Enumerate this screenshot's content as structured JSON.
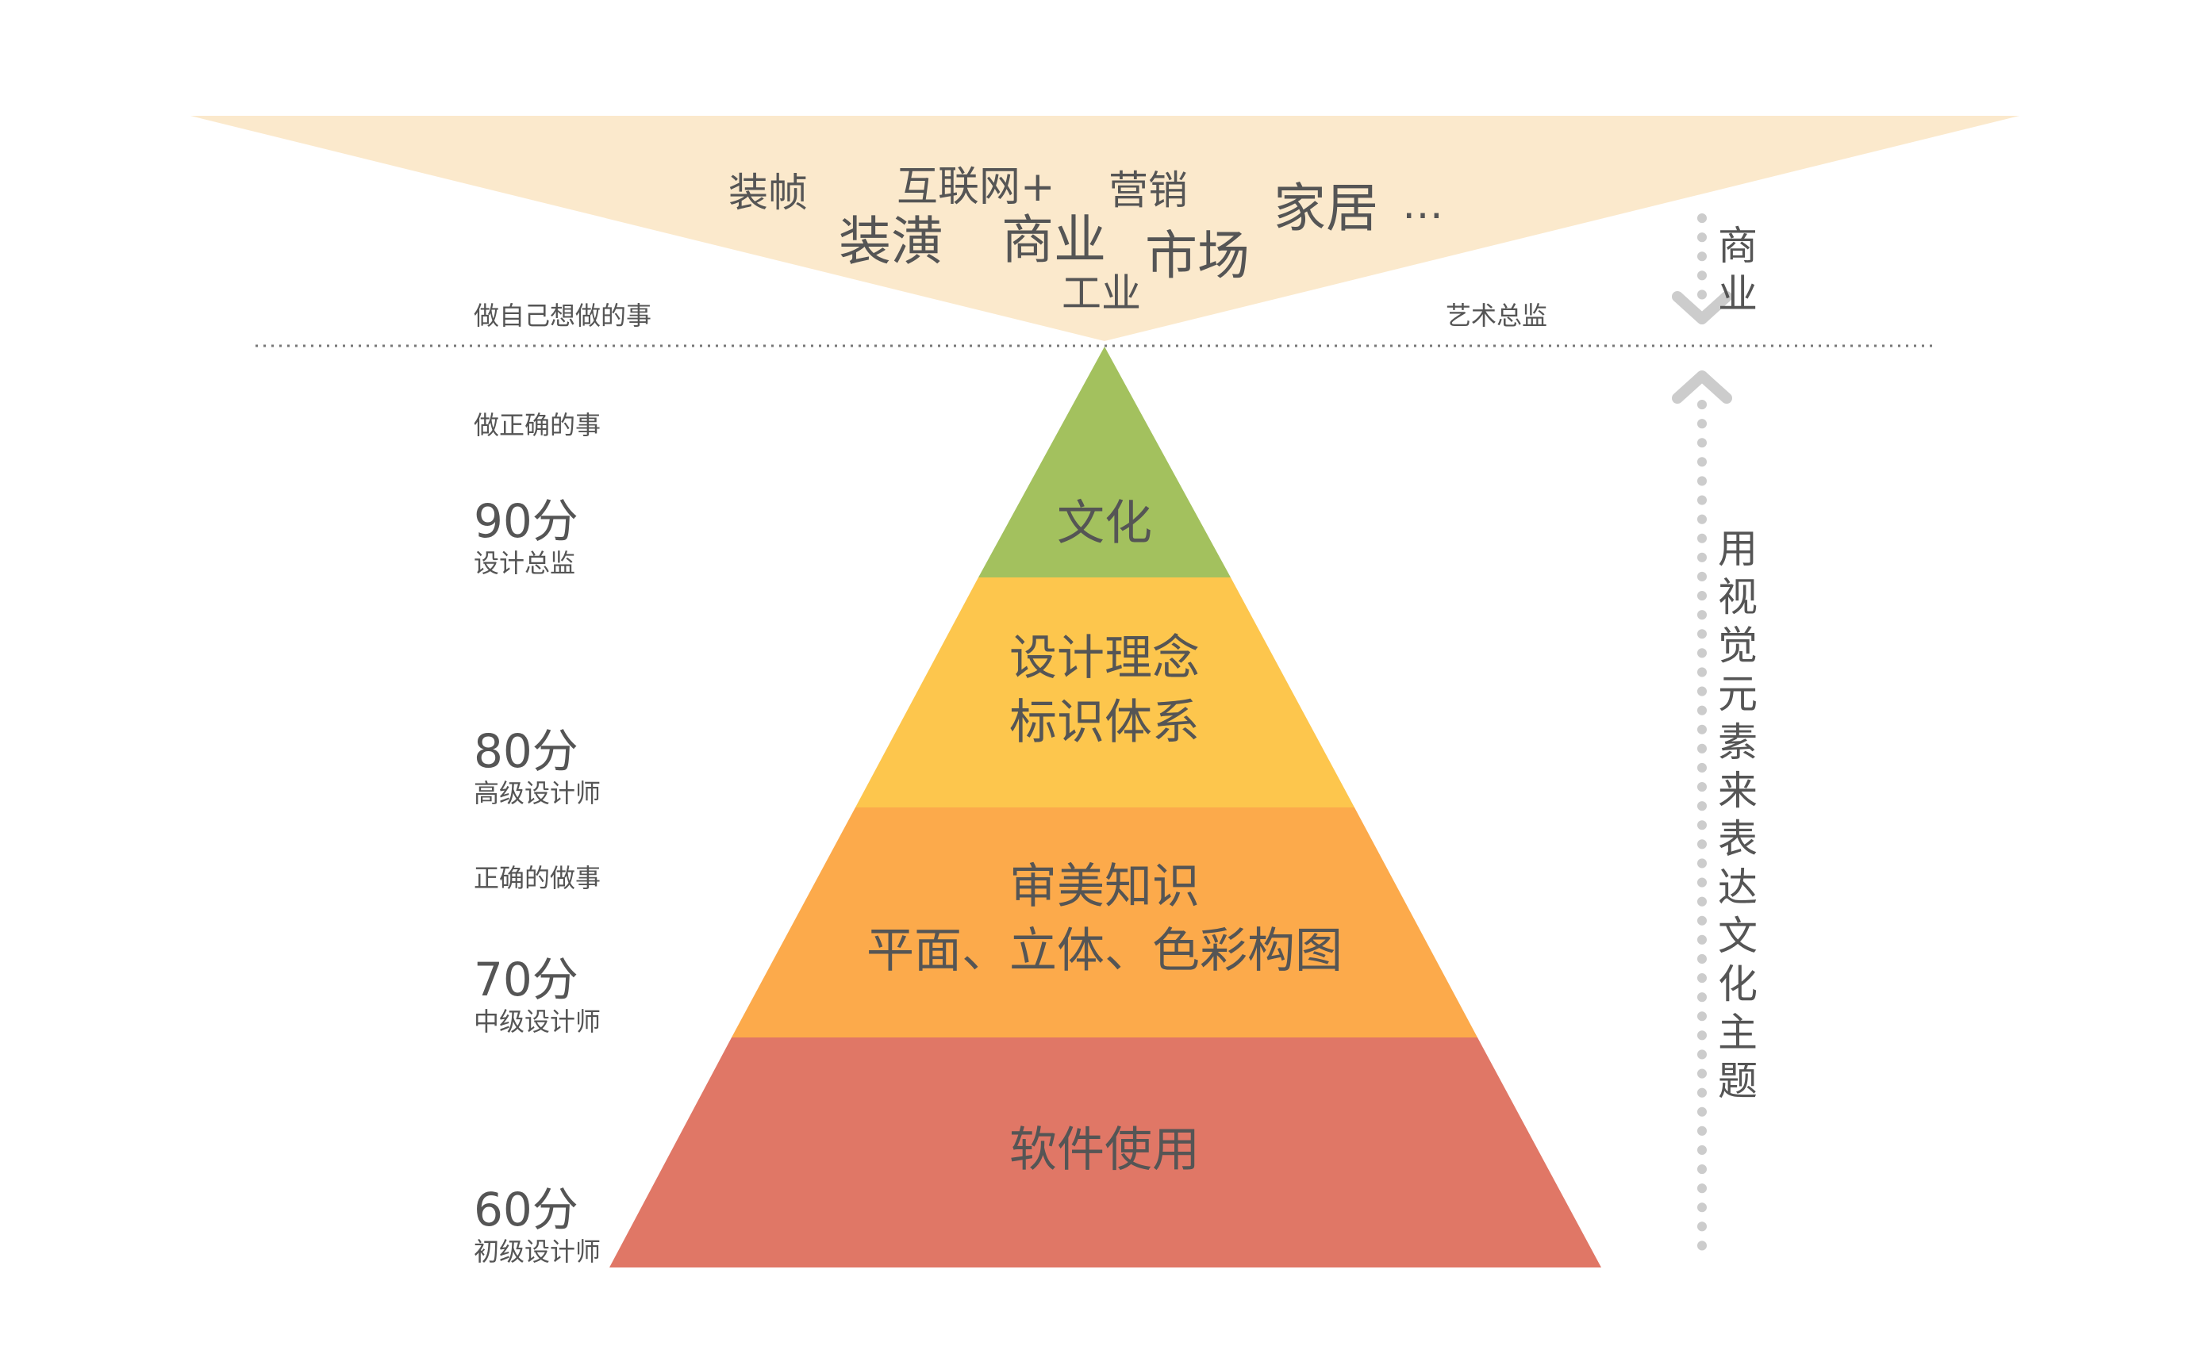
{
  "business_keywords": {
    "zhuangzhen": "装帧",
    "hulianwang": "互联网+",
    "yingxiao": "营销",
    "zhuanghuang": "装潢",
    "shangye": "商业",
    "shichang": "市场",
    "jiaju": "家居",
    "ellipsis": "…",
    "gongye": "工业"
  },
  "divider": {
    "left_label": "做自己想做的事",
    "right_label": "艺术总监"
  },
  "left_column": {
    "do_right_things": "做正确的事",
    "do_things_right": "正确的做事",
    "levels": [
      {
        "score": "90分",
        "title": "设计总监"
      },
      {
        "score": "80分",
        "title": "高级设计师"
      },
      {
        "score": "70分",
        "title": "中级设计师"
      },
      {
        "score": "60分",
        "title": "初级设计师"
      }
    ]
  },
  "pyramid": {
    "tier1": {
      "line1": "文化"
    },
    "tier2": {
      "line1": "设计理念",
      "line2": "标识体系"
    },
    "tier3": {
      "line1": "审美知识",
      "line2": "平面、立体、色彩构图"
    },
    "tier4": {
      "line1": "软件使用"
    }
  },
  "right_column": {
    "commerce_label": "商业",
    "culture_label": "用视觉元素来表达文化主题"
  },
  "colors": {
    "funnel": "#fbe9cc",
    "tier_culture": "#a3c15e",
    "tier_concept": "#fdc64d",
    "tier_aesthetic": "#fcaa4b",
    "tier_software": "#e07766",
    "arrow": "#cccccc",
    "text": "#555555"
  }
}
